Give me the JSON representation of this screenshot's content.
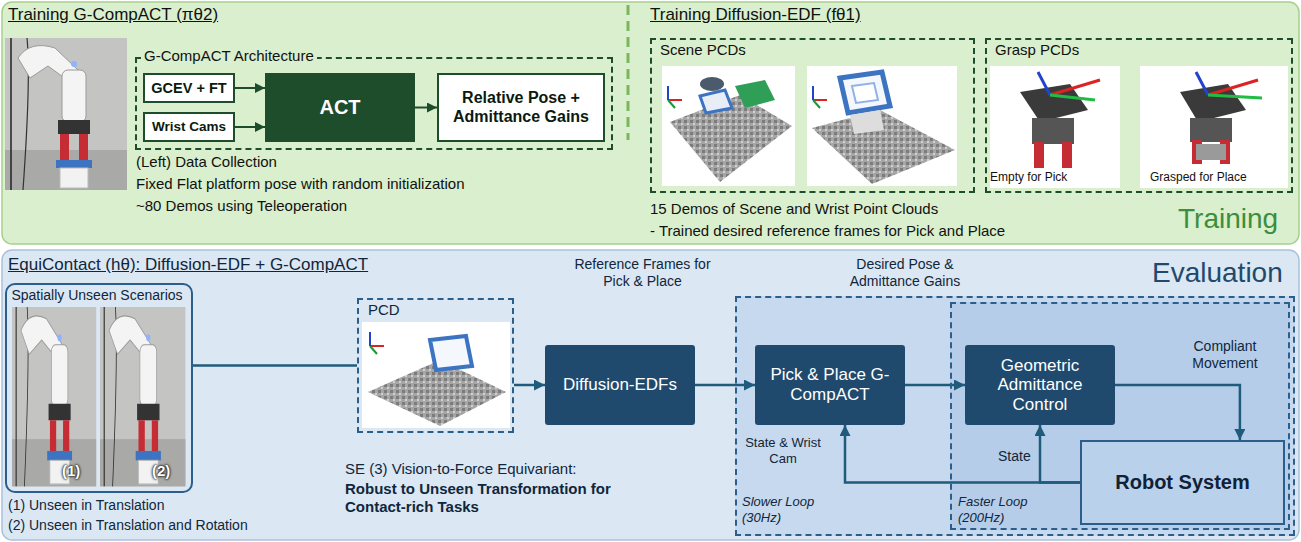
{
  "diagram": {
    "nodes": [
      {
        "text": [
          "Training"
        ]
      },
      {
        "text": [
          "G-CompACT Architecture"
        ],
        "in": 0
      },
      {
        "text": [
          "GCEV + FT"
        ],
        "in": 1
      },
      {
        "text": [
          "Wrist Cams"
        ],
        "in": 1
      },
      {
        "text": [
          "ACT"
        ],
        "in": 1
      },
      {
        "text": [
          "Relative Pose + Admittance Gains"
        ],
        "in": 1
      },
      {
        "text": [
          "Scene PCDs"
        ],
        "in": 0
      },
      {
        "text": [
          "Grasp PCDs"
        ],
        "in": 0
      },
      {
        "text": [
          "Evaluation"
        ]
      },
      {
        "text": [
          "Spatially Unseen Scenarios"
        ],
        "in": 8
      },
      {
        "text": [
          "PCD"
        ],
        "in": 8
      },
      {
        "text": [
          "Diffusion-EDFs"
        ],
        "in": 8
      },
      {
        "text": [
          "Slower Loop (30Hz)"
        ],
        "in": 8
      },
      {
        "text": [
          "Pick & Place G-CompACT"
        ],
        "in": 12
      },
      {
        "text": [
          "Faster Loop (200Hz)"
        ],
        "in": 12
      },
      {
        "text": [
          "Geometric Admittance Control"
        ],
        "in": 14
      },
      {
        "text": [
          "Robot System"
        ],
        "in": 14
      }
    ],
    "edges": [
      {
        "from": 2,
        "to": 4,
        "arrow": "to"
      },
      {
        "from": 3,
        "to": 4,
        "arrow": "to"
      },
      {
        "from": 4,
        "to": 5,
        "arrow": "to"
      },
      {
        "from": 9,
        "to": 10,
        "arrow": "none"
      },
      {
        "from": 10,
        "to": 11,
        "arrow": "to"
      },
      {
        "from": 11,
        "to": 13,
        "arrow": "to"
      },
      {
        "from": 13,
        "to": 15,
        "arrow": "to"
      },
      {
        "from": 15,
        "to": 16,
        "arrow": "to"
      },
      {
        "from": 16,
        "to": 15,
        "arrow": "to"
      },
      {
        "from": 16,
        "to": 13,
        "arrow": "to"
      }
    ],
    "labels": [
      "Training G-CompACT (πθ2)",
      "(Left) Data Collection",
      "Fixed Flat platform pose with random initialization",
      "~80 Demos using Teleoperation",
      "Training Diffusion-EDF (fθ1)",
      "Empty for Pick",
      "Grasped for Place",
      "15 Demos of Scene and Wrist Point Clouds",
      "- Trained desired reference frames for Pick and Place",
      "EquiContact (hθ): Diffusion-EDF + G-CompACT",
      "(1)",
      "(2)",
      "(1) Unseen in Translation",
      "(2) Unseen in Translation and Rotation",
      "SE (3) Vision-to-Force Equivariant:",
      "Robust to Unseen Transformation for Contact-rich Tasks",
      "Reference Frames for Pick & Place",
      "Desired Pose & Admittance Gains",
      "State & Wrist Cam",
      "Compliant Movement",
      "State"
    ]
  }
}
